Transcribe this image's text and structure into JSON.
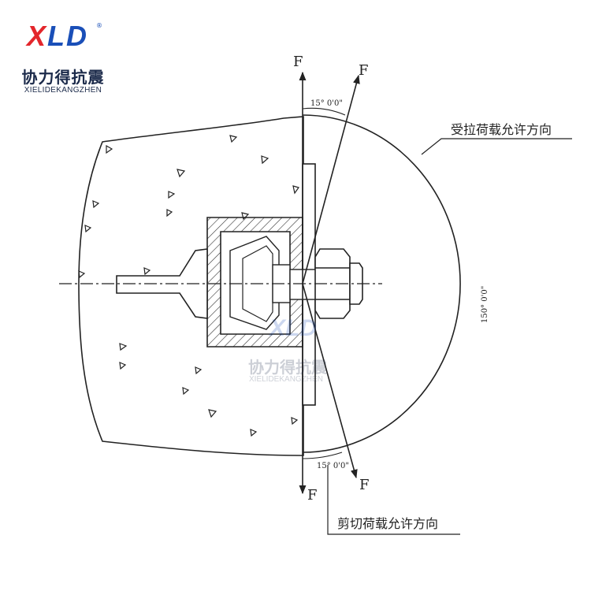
{
  "logo": {
    "mark_x": "X",
    "mark_rest": "LD",
    "registered": "®",
    "cn": "协力得抗震",
    "en": "XIELIDEKANGZHEN"
  },
  "diagram": {
    "force_label": "F",
    "angle_top": "15° 0'0\"",
    "angle_bottom": "15° 0'0\"",
    "angle_arc": "150° 0'0\"",
    "tension_note": "受拉荷载允许方向",
    "shear_note": "剪切荷载允许方向"
  },
  "watermark": {
    "mark": "XLD",
    "cn": "协力得抗震",
    "en": "XIELIDEKANGZHEN"
  }
}
